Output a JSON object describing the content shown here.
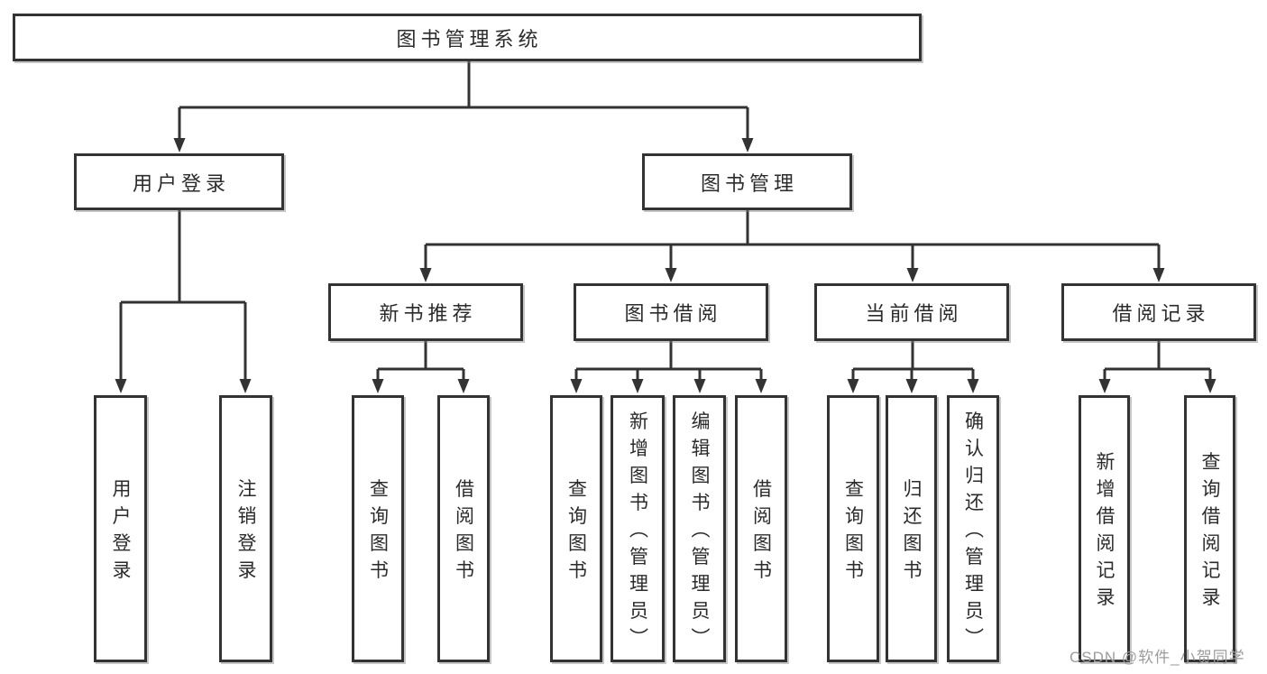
{
  "diagram": {
    "root": {
      "label": "图书管理系统"
    },
    "level2": [
      {
        "id": "user-login",
        "label": "用户登录"
      },
      {
        "id": "book-management",
        "label": "图书管理"
      }
    ],
    "level3": [
      {
        "id": "new-book-recommend",
        "label": "新书推荐"
      },
      {
        "id": "book-borrowing",
        "label": "图书借阅"
      },
      {
        "id": "current-borrowing",
        "label": "当前借阅"
      },
      {
        "id": "borrowing-records",
        "label": "借阅记录"
      }
    ],
    "leaves": [
      {
        "id": "user-login-action",
        "parent": "user-login",
        "label": "用户登录"
      },
      {
        "id": "logout-action",
        "parent": "user-login",
        "label": "注销登录"
      },
      {
        "id": "query-books-recommend",
        "parent": "new-book-recommend",
        "label": "查询图书"
      },
      {
        "id": "borrow-books-recommend",
        "parent": "new-book-recommend",
        "label": "借阅图书"
      },
      {
        "id": "query-books-borrowing",
        "parent": "book-borrowing",
        "label": "查询图书"
      },
      {
        "id": "add-books-admin",
        "parent": "book-borrowing",
        "label": "新增图书（管理员）"
      },
      {
        "id": "edit-books-admin",
        "parent": "book-borrowing",
        "label": "编辑图书（管理员）"
      },
      {
        "id": "borrow-books",
        "parent": "book-borrowing",
        "label": "借阅图书"
      },
      {
        "id": "query-books-current",
        "parent": "current-borrowing",
        "label": "查询图书"
      },
      {
        "id": "return-books",
        "parent": "current-borrowing",
        "label": "归还图书"
      },
      {
        "id": "confirm-return-admin",
        "parent": "current-borrowing",
        "label": "确认归还（管理员）"
      },
      {
        "id": "add-borrow-record",
        "parent": "borrowing-records",
        "label": "新增借阅记录"
      },
      {
        "id": "query-borrow-record",
        "parent": "borrowing-records",
        "label": "查询借阅记录"
      }
    ]
  },
  "watermark": {
    "text": "CSDN @软件_小贺同学"
  },
  "colors": {
    "line": "#333333",
    "text": "#2b2b2b",
    "watermark": "#9c9c9c",
    "background": "#ffffff"
  }
}
